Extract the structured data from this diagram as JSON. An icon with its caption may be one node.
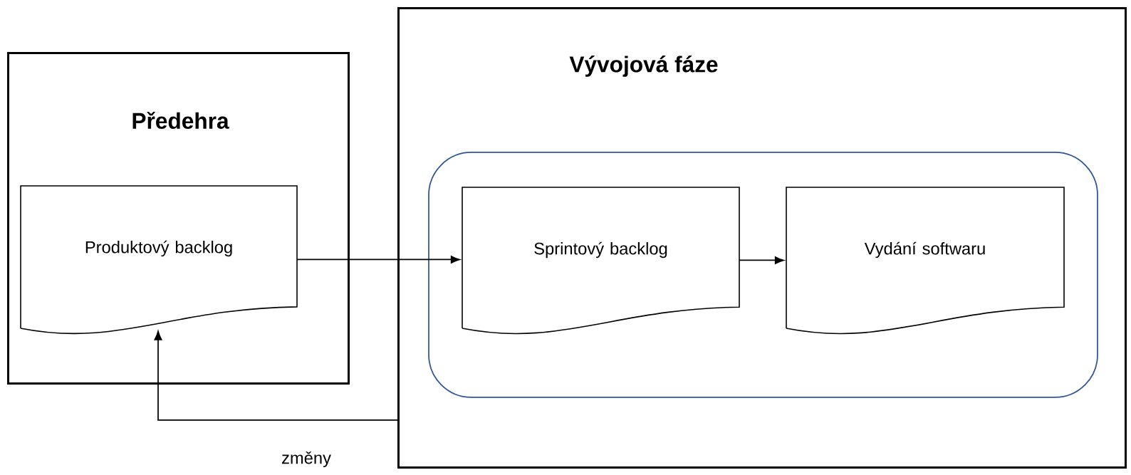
{
  "diagram": {
    "nodes": [
      {
        "text": [
          "Předehra"
        ]
      },
      {
        "text": [
          "Produktový backlog"
        ],
        "in": 0
      },
      {
        "text": [
          "Vývojová fáze"
        ]
      },
      {
        "text": [],
        "shape": "box",
        "in": 2
      },
      {
        "text": [
          "Sprintový backlog"
        ],
        "in": 3
      },
      {
        "text": [
          "Vydání softwaru"
        ],
        "in": 3
      }
    ],
    "edges": [
      {
        "from": 1,
        "to": 4,
        "arrow": "to"
      },
      {
        "from": 4,
        "to": 5,
        "arrow": "to"
      },
      {
        "from": 2,
        "to": 1,
        "arrow": "to",
        "label": "změny"
      }
    ]
  }
}
